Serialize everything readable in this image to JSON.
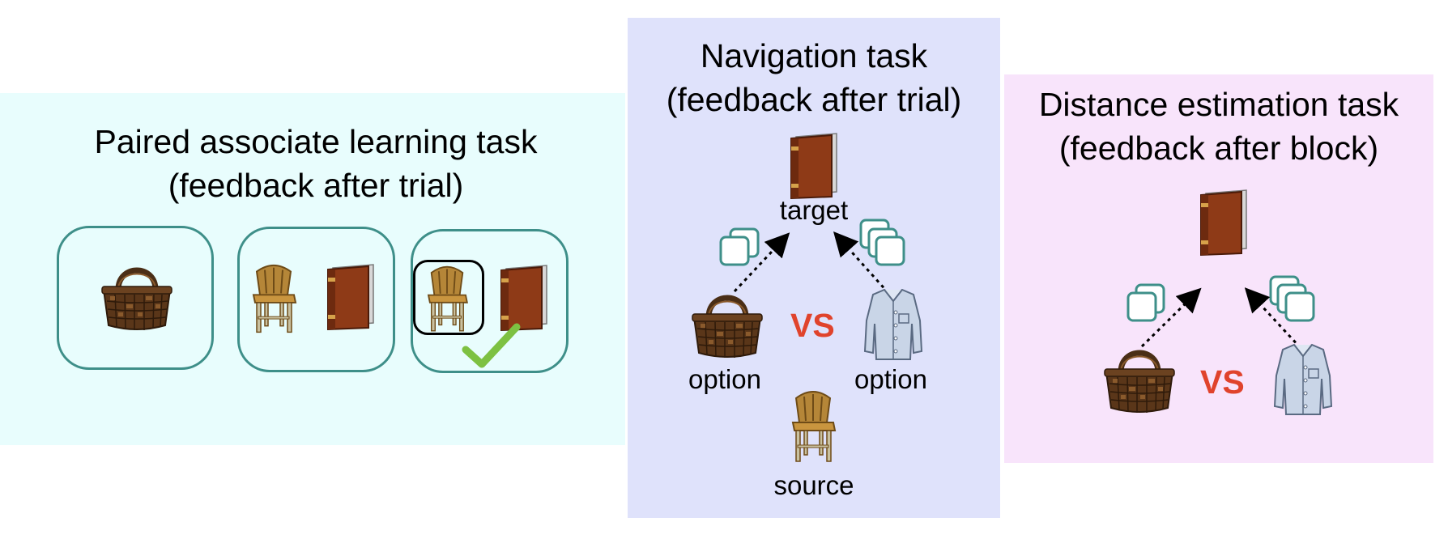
{
  "pal": {
    "title_line1": "Paired associate learning task",
    "title_line2": "(feedback after trial)"
  },
  "nav": {
    "title_line1": "Navigation task",
    "title_line2": "(feedback after trial)",
    "target_label": "target",
    "option_left_label": "option",
    "option_right_label": "option",
    "vs_label": "VS",
    "source_label": "source"
  },
  "dist": {
    "title_line1": "Distance estimation task",
    "title_line2": "(feedback after block)",
    "vs_label": "VS"
  },
  "colors": {
    "pal_bg": "#e8fdfd",
    "nav_bg": "#dfe2fb",
    "dist_bg": "#f8e4fb",
    "card_border": "#3e8f89",
    "vs": "#e0432c",
    "check": "#7dc142"
  },
  "icons": [
    "basket-icon",
    "chair-icon",
    "book-icon",
    "shirt-icon",
    "checkmark-icon",
    "stack-icon"
  ]
}
